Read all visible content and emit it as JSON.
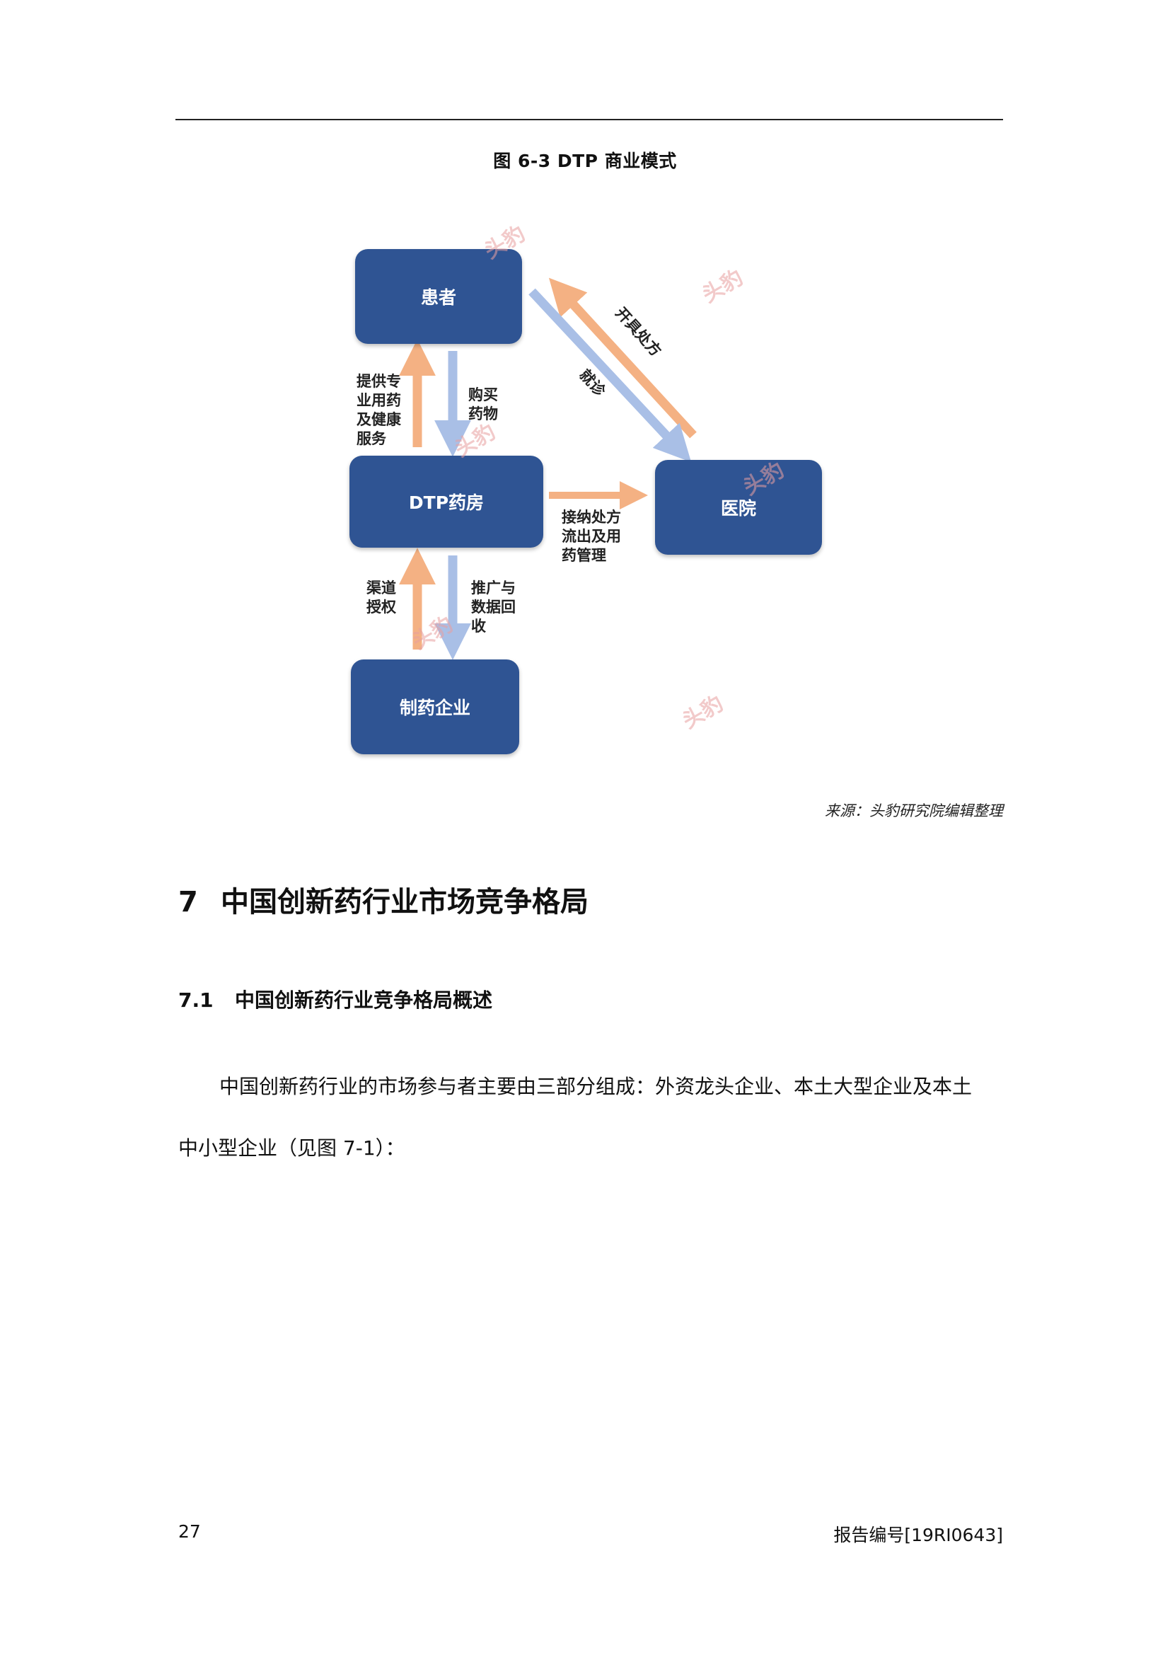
{
  "figure": {
    "caption": "图  6-3 DTP 商业模式",
    "nodes": {
      "patient": "患者",
      "pharmacy": "DTP药房",
      "hospital": "医院",
      "pharma": "制药企业"
    },
    "edges": {
      "pharmacy_to_patient": "提供专\n业用药\n及健康\n服务",
      "patient_to_pharmacy": "购买\n药物",
      "hospital_to_patient": "开具处方",
      "patient_to_hospital": "就诊",
      "pharmacy_to_hospital": "接纳处方\n流出及用\n药管理",
      "pharma_to_pharmacy": "渠道\n授权",
      "pharmacy_to_pharma": "推广与\n数据回\n收"
    },
    "watermark": "头豹",
    "colors": {
      "node": "#2f5493",
      "arrow_orange": "#f4b183",
      "arrow_blue": "#a9bfe6"
    },
    "source": "来源：头豹研究院编辑整理"
  },
  "section": {
    "number": "7",
    "title": "中国创新药行业市场竞争格局"
  },
  "subsection": {
    "number": "7.1",
    "title": "中国创新药行业竞争格局概述"
  },
  "body": {
    "line1": "中国创新药行业的市场参与者主要由三部分组成：外资龙头企业、本土大型企业及本土",
    "line2": "中小型企业（见图 7-1）："
  },
  "footer": {
    "page": "27",
    "report_id": "报告编号[19RI0643]"
  }
}
